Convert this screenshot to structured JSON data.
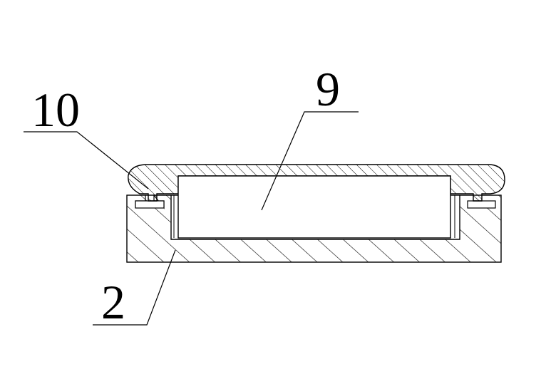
{
  "diagram": {
    "labels": {
      "cover": "10",
      "inner_part": "9",
      "base": "2"
    },
    "colors": {
      "line": "#000000",
      "background": "#ffffff"
    }
  }
}
